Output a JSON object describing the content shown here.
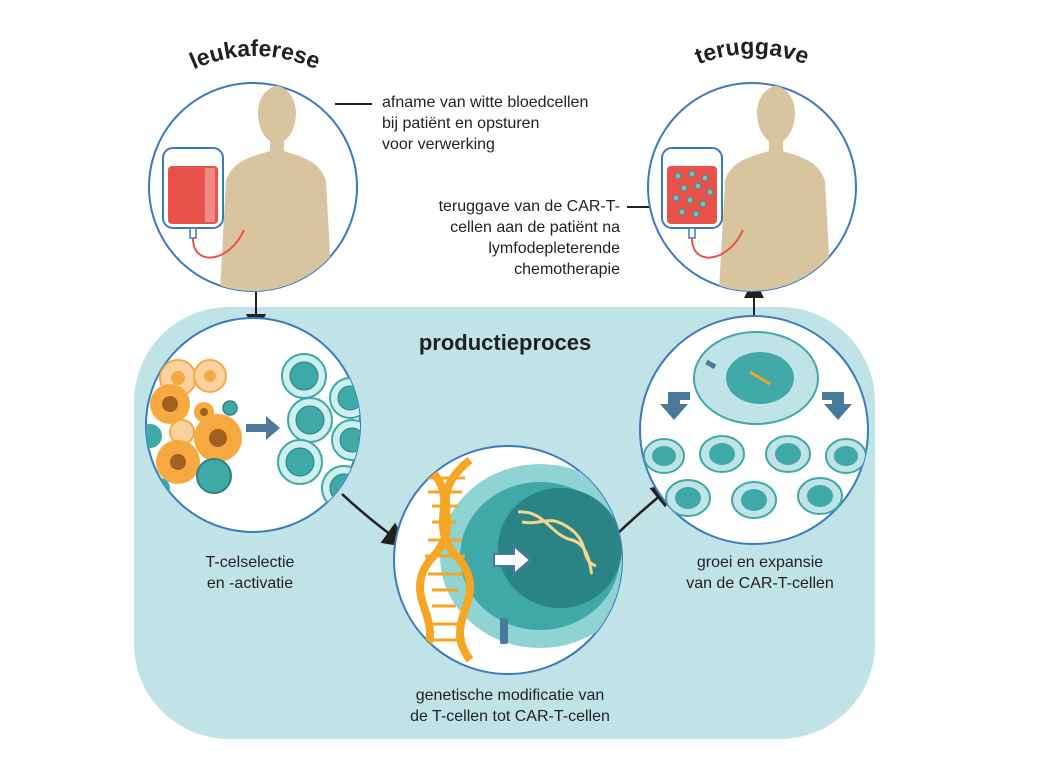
{
  "titles": {
    "leukaferese": "leukaferese",
    "teruggave": "teruggave",
    "productieproces": "productieproces"
  },
  "labels": {
    "afname": "afname van witte bloedcellen\nbij patiënt en opsturen\nvoor verwerking",
    "teruggave_desc": "teruggave van de CAR-T-\ncellen aan de patiënt na\nlymfodepleterende\nchemotherapie",
    "selectie": "T-celselectie\nen -activatie",
    "modificatie": "genetische modificatie van\nde T-cellen tot CAR-T-cellen",
    "groei": "groei en expansie\nvan de CAR-T-cellen"
  },
  "colors": {
    "panel": "#bfe3e6",
    "circle_stroke": "#3a7bbf",
    "body": "#d9c4a0",
    "blood": "#e8524a",
    "tcell": "#3fa9a8",
    "tcell_dark": "#2a8384",
    "orange_cell": "#f6a940",
    "dna": "#f5a623",
    "arrow": "#4a7a9a"
  },
  "icons": [
    "blood-bag-icon",
    "body-silhouette-icon",
    "dna-helix-icon",
    "arrow-icon"
  ]
}
